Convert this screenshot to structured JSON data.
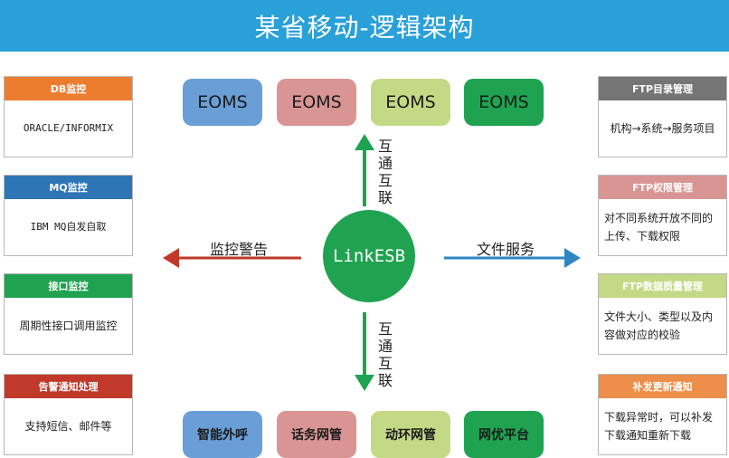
{
  "title": "某省移动-逻辑架构",
  "hub": "LinkESB",
  "top_systems": [
    {
      "label": "EOMS",
      "color": "#6a9ed6"
    },
    {
      "label": "EOMS",
      "color": "#d99594"
    },
    {
      "label": "EOMS",
      "color": "#c3d985"
    },
    {
      "label": "EOMS",
      "color": "#1fa351"
    }
  ],
  "bottom_systems": [
    {
      "label": "智能外呼",
      "color": "#6a9ed6"
    },
    {
      "label": "话务网管",
      "color": "#d99594"
    },
    {
      "label": "动环网管",
      "color": "#c3d985"
    },
    {
      "label": "网优平台",
      "color": "#1fa351"
    }
  ],
  "left_cards": [
    {
      "header": "DB监控",
      "body": "ORACLE/INFORMIX",
      "color": "#ed7d2e"
    },
    {
      "header": "MQ监控",
      "body": "IBM MQ自发自取",
      "color": "#2e75b6"
    },
    {
      "header": "接口监控",
      "body": "周期性接口调用监控",
      "color": "#1fa351"
    },
    {
      "header": "告警通知处理",
      "body": "支持短信、邮件等",
      "color": "#c0392b"
    }
  ],
  "right_cards": [
    {
      "header": "FTP目录管理",
      "body": "机构→系统→服务项目",
      "color": "#757575"
    },
    {
      "header": "FTP权限管理",
      "body": "对不同系统开放不同的上传、下载权限",
      "color": "#d99594"
    },
    {
      "header": "FTP数据质量管理",
      "body": "文件大小、类型以及内容做对应的校验",
      "color": "#c3d985"
    },
    {
      "header": "补发更新通知",
      "body": "下载异常时，可以补发下载通知重新下载",
      "color": "#ed8e4a"
    }
  ],
  "arrows": {
    "up_label": "互通互联",
    "down_label": "互通互联",
    "left_label": "监控警告",
    "right_label": "文件服务",
    "up_color": "#1fa351",
    "down_color": "#1fa351",
    "left_color": "#c0392b",
    "right_color": "#2e86c1"
  }
}
